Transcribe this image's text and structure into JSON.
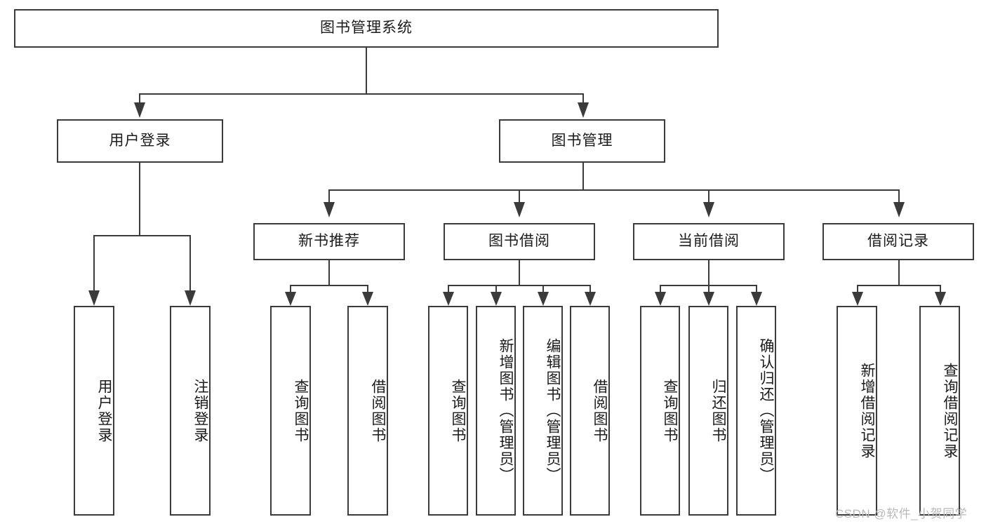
{
  "diagram": {
    "title": "图书管理系统",
    "type": "hierarchy-tree",
    "root": {
      "id": "root",
      "label": "图书管理系统"
    },
    "level2": [
      {
        "id": "user-login",
        "label": "用户登录"
      },
      {
        "id": "book-manage",
        "label": "图书管理"
      }
    ],
    "level3": [
      {
        "id": "new-book-recommend",
        "label": "新书推荐",
        "parent": "book-manage"
      },
      {
        "id": "book-borrow",
        "label": "图书借阅",
        "parent": "book-manage"
      },
      {
        "id": "current-borrow",
        "label": "当前借阅",
        "parent": "book-manage"
      },
      {
        "id": "borrow-record",
        "label": "借阅记录",
        "parent": "book-manage"
      }
    ],
    "leaves": {
      "user_login": [
        {
          "id": "leaf-user-login",
          "label": "用户登录"
        },
        {
          "id": "leaf-user-logout",
          "label": "注销登录"
        }
      ],
      "new_book_recommend": [
        {
          "id": "leaf-query-book-1",
          "label": "查询图书"
        },
        {
          "id": "leaf-borrow-book-1",
          "label": "借阅图书"
        }
      ],
      "book_borrow": [
        {
          "id": "leaf-query-book-2",
          "label": "查询图书"
        },
        {
          "id": "leaf-add-book",
          "label": "新增图书（管理员）"
        },
        {
          "id": "leaf-edit-book",
          "label": "编辑图书（管理员）"
        },
        {
          "id": "leaf-borrow-book-2",
          "label": "借阅图书"
        }
      ],
      "current_borrow": [
        {
          "id": "leaf-query-book-3",
          "label": "查询图书"
        },
        {
          "id": "leaf-return-book",
          "label": "归还图书"
        },
        {
          "id": "leaf-confirm-return",
          "label": "确认归还（管理员）"
        }
      ],
      "borrow_record": [
        {
          "id": "leaf-add-record",
          "label": "新增借阅记录"
        },
        {
          "id": "leaf-query-record",
          "label": "查询借阅记录"
        }
      ]
    }
  },
  "watermark": {
    "text": "CSDN @软件_小贺同学"
  },
  "colors": {
    "stroke": "#3b3b3b",
    "fill": "#ffffff",
    "text": "#1b1b1b",
    "watermark": "#b9b9b9"
  }
}
